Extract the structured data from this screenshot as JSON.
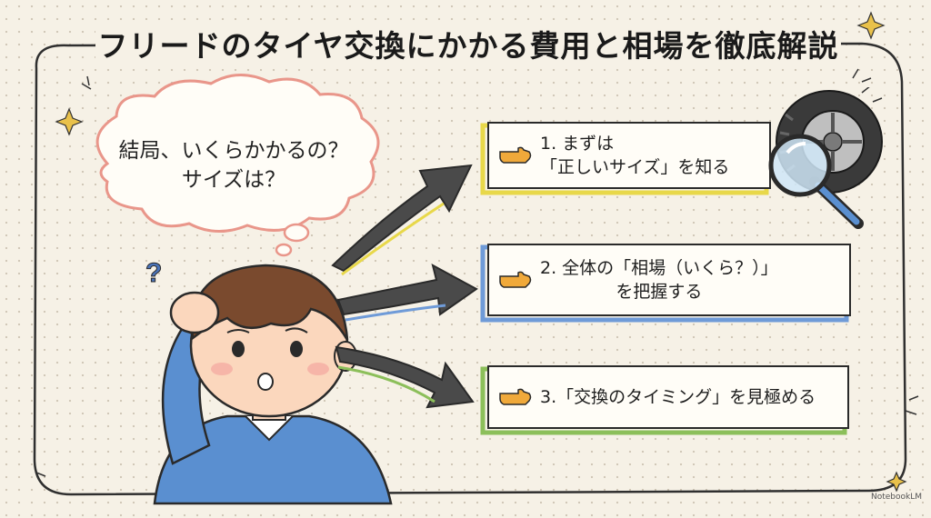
{
  "title": "フリードのタイヤ交換にかかる費用と相場を徹底解説",
  "thought": {
    "line1": "結局、いくらかかるの？",
    "line2": "サイズは？"
  },
  "question_mark": "?",
  "steps": [
    {
      "line1": "1. まずは",
      "line2": "「正しいサイズ」を知る",
      "accent": "#e8d84a"
    },
    {
      "line1": "2.  全体の「相場（いくら？）」",
      "line2": "を把握する",
      "accent": "#6f9bd8"
    },
    {
      "line1": "3.「交換のタイミング」を見極める",
      "line2": "",
      "accent": "#8cbf5a"
    }
  ],
  "colors": {
    "background": "#f6f1e6",
    "cloud_outline": "#e9968a",
    "arrow": "#4a4a4a",
    "hair": "#7a4a2e",
    "shirt": "#5a8fd0",
    "hand_icon": "#f0a93a"
  },
  "icons": [
    "pointing-hand-icon",
    "tire-icon",
    "magnifier-icon",
    "sparkle-icon"
  ],
  "credit": "NotebookLM"
}
